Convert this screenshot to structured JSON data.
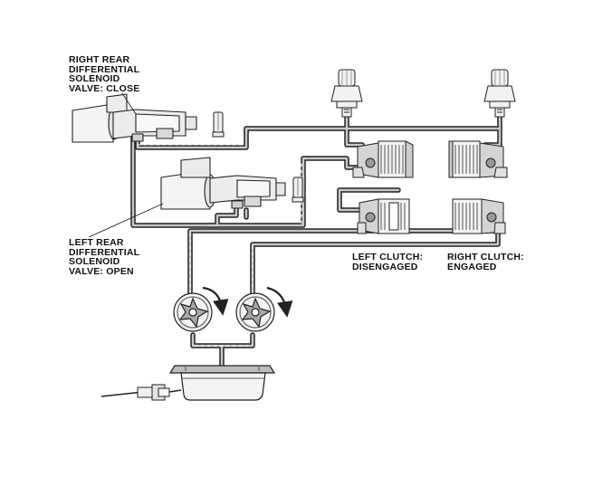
{
  "labels": {
    "right_solenoid": [
      "RIGHT REAR",
      "DIFFERENTIAL",
      "SOLENOID",
      "VALVE: CLOSE"
    ],
    "left_solenoid": [
      "LEFT REAR",
      "DIFFERENTIAL",
      "SOLENOID",
      "VALVE: OPEN"
    ],
    "left_clutch": [
      "LEFT CLUTCH:",
      "DISENGAGED"
    ],
    "right_clutch": [
      "RIGHT CLUTCH:",
      "ENGAGED"
    ]
  },
  "colors": {
    "line": "#222222",
    "pipe_fill": "#bdbdbd",
    "component_fill": "#f4f4f4",
    "shade": "#9a9a9a"
  },
  "icons": [
    "solenoid-valve",
    "pressure-sensor",
    "clutch-pack",
    "oil-pump",
    "rotation-arrow",
    "oil-reservoir",
    "temperature-sensor"
  ]
}
